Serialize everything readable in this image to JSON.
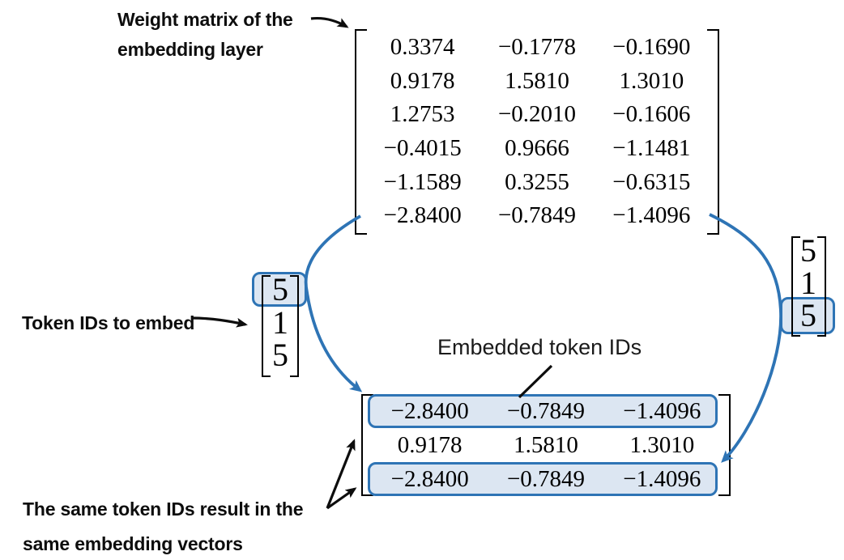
{
  "labels": {
    "weight_matrix": {
      "line1": "Weight matrix of the",
      "line2": "embedding layer"
    },
    "token_ids": "Token IDs to embed",
    "embedded": "Embedded token IDs",
    "same_ids": {
      "line1": "The same token IDs result in the",
      "line2": "same embedding vectors"
    }
  },
  "weight_matrix": {
    "rows": [
      [
        "0.3374",
        "−0.1778",
        "−0.1690"
      ],
      [
        "0.9178",
        "1.5810",
        "1.3010"
      ],
      [
        "1.2753",
        "−0.2010",
        "−0.1606"
      ],
      [
        "−0.4015",
        "0.9666",
        "−1.1481"
      ],
      [
        "−1.1589",
        "0.3255",
        "−0.6315"
      ],
      [
        "−2.8400",
        "−0.7849",
        "−1.4096"
      ]
    ]
  },
  "input_tokens_left": {
    "values": [
      "5",
      "1",
      "5"
    ],
    "highlighted_row": 1
  },
  "input_tokens_right": {
    "values": [
      "5",
      "1",
      "5"
    ],
    "highlighted_row": 3
  },
  "embedded_matrix": {
    "rows": [
      [
        "−2.8400",
        "−0.7849",
        "−1.4096"
      ],
      [
        "0.9178",
        "1.5810",
        "1.3010"
      ],
      [
        "−2.8400",
        "−0.7849",
        "−1.4096"
      ]
    ],
    "highlighted_rows": [
      1,
      3
    ]
  },
  "colors": {
    "accent_blue": "#2e74b5",
    "highlight_fill": "#dce6f2"
  }
}
